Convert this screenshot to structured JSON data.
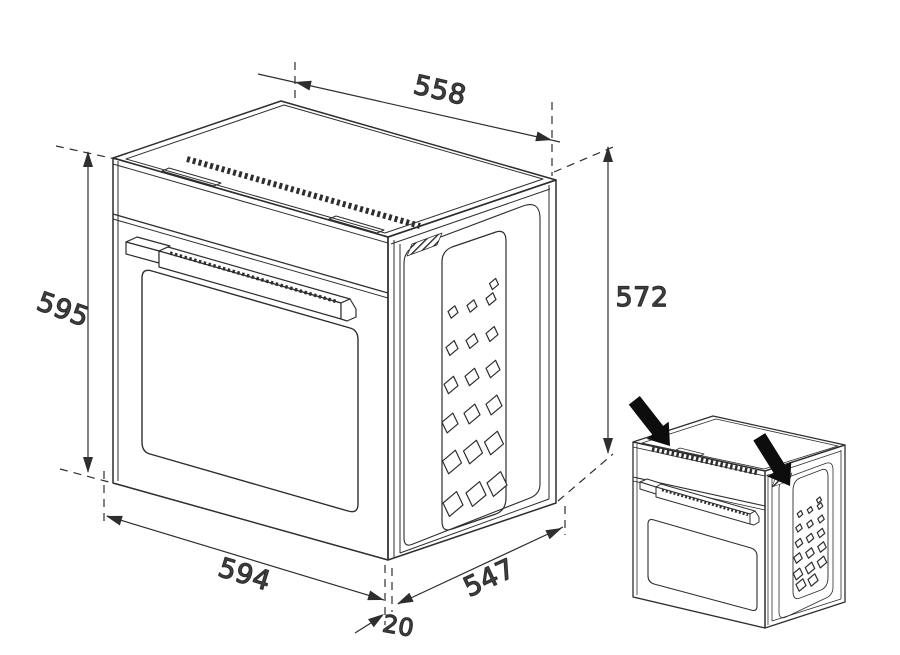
{
  "diagram": {
    "dimensions": {
      "top_width": "558",
      "front_height": "595",
      "body_height": "572",
      "bottom_width": "594",
      "body_depth": "547",
      "door_overhang": "20"
    },
    "colors": {
      "background": "#ffffff",
      "line": "#2e2e2e",
      "dimension_text": "#424242",
      "lift_arrow": "#0d0d0d"
    },
    "icons": {
      "left_lift_arrow": "solid-arrow-down-right",
      "right_lift_arrow": "solid-arrow-down-right",
      "dimension_arrowhead": "solid-triangle"
    }
  }
}
